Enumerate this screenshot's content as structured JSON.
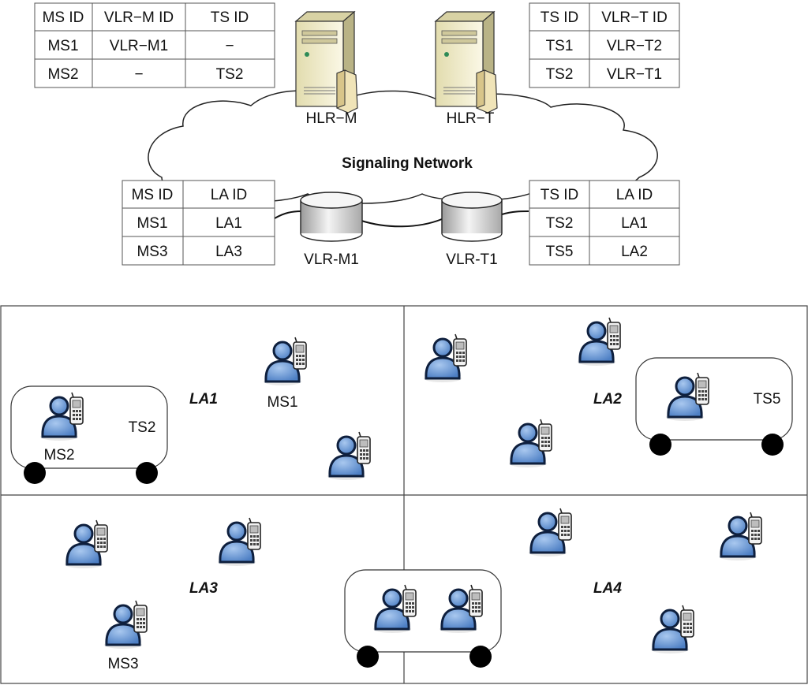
{
  "network": {
    "label": "Signaling Network",
    "hlr_m": "HLR−M",
    "hlr_t": "HLR−T",
    "vlr_m1": "VLR-M1",
    "vlr_t1": "VLR-T1"
  },
  "tables": {
    "hlr_m_table": {
      "headers": [
        "MS ID",
        "VLR−M ID",
        "TS ID"
      ],
      "rows": [
        [
          "MS1",
          "VLR−M1",
          "−"
        ],
        [
          "MS2",
          "−",
          "TS2"
        ]
      ]
    },
    "hlr_t_table": {
      "headers": [
        "TS ID",
        "VLR−T ID"
      ],
      "rows": [
        [
          "TS1",
          "VLR−T2"
        ],
        [
          "TS2",
          "VLR−T1"
        ]
      ]
    },
    "vlr_m1_table": {
      "headers": [
        "MS ID",
        "LA ID"
      ],
      "rows": [
        [
          "MS1",
          "LA1"
        ],
        [
          "MS3",
          "LA3"
        ]
      ]
    },
    "vlr_t1_table": {
      "headers": [
        "TS ID",
        "LA ID"
      ],
      "rows": [
        [
          "TS2",
          "LA1"
        ],
        [
          "TS5",
          "LA2"
        ]
      ]
    }
  },
  "areas": {
    "la1": "LA1",
    "la2": "LA2",
    "la3": "LA3",
    "la4": "LA4"
  },
  "stations": {
    "ms1": "MS1",
    "ms2": "MS2",
    "ms3": "MS3"
  },
  "trains": {
    "ts2": "TS2",
    "ts5": "TS5"
  },
  "colors": {
    "user_fill": "#6a9ad6",
    "user_stroke": "#0e1f3d",
    "server_fill": "#f3efcf",
    "wheel": "#000000"
  }
}
